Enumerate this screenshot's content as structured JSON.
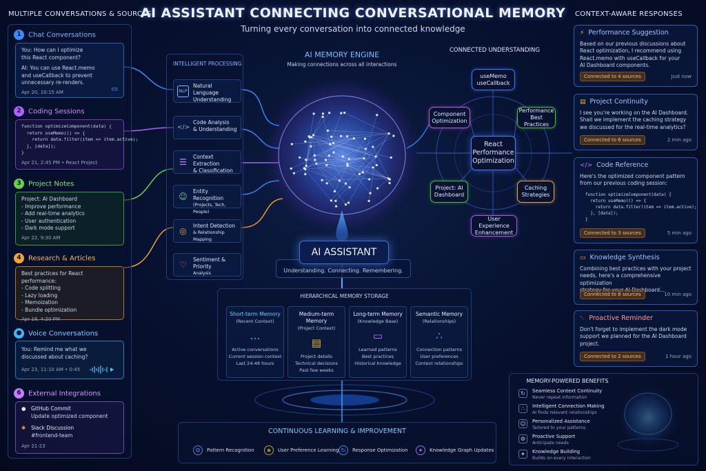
{
  "title": "AI ASSISTANT CONNECTING CONVERSATIONAL MEMORY",
  "subtitle": "Turning every conversation into connected knowledge",
  "sources": {
    "heading": "MULTIPLE CONVERSATIONS & SOURCES",
    "items": [
      {
        "num": "1",
        "label": "Chat Conversations",
        "color": "#3d8bff",
        "lines": [
          "You: How can I optimize",
          "this React component?",
          "",
          "AI: You can use React.memo",
          "and useCallback to prevent",
          "unnecessary re-renders."
        ],
        "date": "Apr 20, 10:15 AM"
      },
      {
        "num": "2",
        "label": "Coding Sessions",
        "color": "#b061ff",
        "lines": [
          "function optimizeComponent(data) {",
          "  return useMemo(() => {",
          "    return data.filter(item => item.active);",
          "  }, [data]);",
          "}"
        ],
        "date": "Apr 21, 2:45 PM  •  React Project"
      },
      {
        "num": "3",
        "label": "Project Notes",
        "color": "#69d04c",
        "lines": [
          "Project: AI Dashboard",
          "- Improve performance",
          "- Add real-time analytics",
          "- User authentication",
          "- Dark mode support"
        ],
        "date": "Apr 22, 9:30 AM"
      },
      {
        "num": "4",
        "label": "Research & Articles",
        "color": "#f2a33a",
        "lines": [
          "Best practices for React performance:",
          "- Code splitting",
          "- Lazy loading",
          "- Memoization",
          "- Bundle optimization"
        ],
        "date": "Apr 18, 4:20 PM"
      },
      {
        "num": "5",
        "label": "Voice Conversations",
        "color": "#3fb6ff",
        "lines": [
          "You: Remind me what we",
          "discussed about caching?"
        ],
        "date": "Apr 23, 11:10 AM  •  0:45"
      },
      {
        "num": "6",
        "label": "External Integrations",
        "color": "#c77dff",
        "integrations": [
          {
            "title": "GitHub Commit",
            "sub": "Update optimized component"
          },
          {
            "title": "Slack Discussion",
            "sub": "#frontend-team"
          }
        ],
        "date": "Apr 21-23"
      }
    ]
  },
  "processing": {
    "heading": "INTELLIGENT PROCESSING",
    "items": [
      {
        "icon": "nlp-icon",
        "glyph": "NLP",
        "line1": "Natural Language",
        "line2": "Understanding"
      },
      {
        "icon": "code-icon",
        "glyph": "</>",
        "line1": "Code Analysis",
        "line2": "& Understanding"
      },
      {
        "icon": "document-icon",
        "glyph": "☰",
        "line1": "Context Extraction",
        "line2": "& Classification"
      },
      {
        "icon": "person-icon",
        "glyph": "☺",
        "line1": "Entity Recognition",
        "line2": "(Projects, Tech, People)"
      },
      {
        "icon": "target-icon",
        "glyph": "◎",
        "line1": "Intent Detection",
        "line2": "& Relationship Mapping"
      },
      {
        "icon": "heart-icon",
        "glyph": "♡",
        "line1": "Sentiment & Priority",
        "line2": "Analysis"
      }
    ]
  },
  "engine": {
    "title": "AI MEMORY ENGINE",
    "subtitle": "Making connections across all interactions",
    "assistant": "AI ASSISTANT",
    "tagline": "Understanding. Connecting. Remembering."
  },
  "understanding": {
    "heading": "CONNECTED UNDERSTANDING",
    "center": [
      "React",
      "Performance",
      "Optimization"
    ],
    "nodes": [
      {
        "key": "usememo",
        "lines": [
          "useMemo",
          "useCallback"
        ],
        "color": "#3d7dff"
      },
      {
        "key": "component",
        "lines": [
          "Component",
          "Optimization"
        ],
        "color": "#c05fd8"
      },
      {
        "key": "performance",
        "lines": [
          "Performance",
          "Best Practices"
        ],
        "color": "#4fc043"
      },
      {
        "key": "project",
        "lines": [
          "Project: AI",
          "Dashboard"
        ],
        "color": "#4fc043"
      },
      {
        "key": "caching",
        "lines": [
          "Caching",
          "Strategies"
        ],
        "color": "#f0a838"
      },
      {
        "key": "ux",
        "lines": [
          "User Experience",
          "Enhancement"
        ],
        "color": "#a75fe0"
      }
    ]
  },
  "storage": {
    "heading": "HIERARCHICAL MEMORY STORAGE",
    "columns": [
      {
        "title": "Short-term Memory",
        "sub": "(Recent Context)",
        "icon": "chat-bubble-icon",
        "glyph": "…",
        "color": "#3ec3ff",
        "lines": [
          "Active conversations",
          "Current session context",
          "Last 24-48 hours"
        ]
      },
      {
        "title": "Medium-term Memory",
        "sub": "(Project Context)",
        "icon": "folder-icon",
        "glyph": "▤",
        "color": "#f1b23a",
        "lines": [
          "Project details",
          "Technical decisions",
          "Past few weeks"
        ]
      },
      {
        "title": "Long-term Memory",
        "sub": "(Knowledge Base)",
        "icon": "book-icon",
        "glyph": "▭",
        "color": "#b27bff",
        "lines": [
          "Learned patterns",
          "Best practices",
          "Historical knowledge"
        ]
      },
      {
        "title": "Semantic Memory",
        "sub": "(Relationships)",
        "icon": "network-icon",
        "glyph": "∴",
        "color": "#4aa7ff",
        "lines": [
          "Connection patterns",
          "User preferences",
          "Context relationships"
        ]
      }
    ]
  },
  "learning": {
    "heading": "CONTINUOUS LEARNING & IMPROVEMENT",
    "items": [
      {
        "icon": "pattern-icon",
        "glyph": "⚙",
        "label": "Pattern Recognition",
        "color": "#5e7fd0"
      },
      {
        "icon": "preference-icon",
        "glyph": "★",
        "label": "User Preference Learning",
        "color": "#b8a12a"
      },
      {
        "icon": "optimization-icon",
        "glyph": "↻",
        "label": "Response Optimization",
        "color": "#3f8ad6"
      },
      {
        "icon": "graph-icon",
        "glyph": "✦",
        "label": "Knowledge Graph Updates",
        "color": "#9a6fd8"
      }
    ]
  },
  "responses": {
    "heading": "CONTEXT-AWARE RESPONSES",
    "cards": [
      {
        "icon": "lightning-icon",
        "glyph": "⚡",
        "title": "Performance Suggestion",
        "color": "#f1c24a",
        "border": "#2e5fb0",
        "lines": [
          "Based on our previous discussions about",
          "React optimization, I recommend using",
          "React.memo with useCallback for your",
          "AI Dashboard components."
        ],
        "badge": "Connected to 4 sources",
        "ago": "Just now"
      },
      {
        "icon": "folder-icon",
        "glyph": "▤",
        "title": "Project Continuity",
        "color": "#f1b23a",
        "border": "#2a5aa8",
        "lines": [
          "I see you're working on the AI Dashboard.",
          "Shall we implement the caching strategy",
          "we discussed for the real-time analytics?"
        ],
        "badge": "Connected to 6 sources",
        "ago": "2 min ago"
      },
      {
        "icon": "code-icon",
        "glyph": "</>",
        "title": "Code Reference",
        "color": "#b27bff",
        "border": "#2a5aa8",
        "lines": [
          "Here's the optimized component pattern",
          "from our previous coding session:"
        ],
        "code": [
          "function optimizeComponent(data) {",
          "  return useMemo(() => {",
          "    return data.filter(item => item.active);",
          "  }, [data]);",
          "}"
        ],
        "badge": "Connected to 3 sources",
        "ago": "5 min ago"
      },
      {
        "icon": "book-icon",
        "glyph": "▭",
        "title": "Knowledge Synthesis",
        "color": "#f1b23a",
        "border": "#2a5aa8",
        "lines": [
          "Combining best practices with your project",
          "needs, here's a comprehensive optimization",
          "strategy for your AI Dashboard..."
        ],
        "badge": "Connected to 8 sources",
        "ago": "10 min ago"
      },
      {
        "icon": "bell-icon",
        "glyph": "␇",
        "title": "Proactive Reminder",
        "color": "#ff5a6a",
        "border": "#2a5aa8",
        "lines": [
          "Don't forget to implement the dark mode",
          "support we planned for the AI Dashboard",
          "project."
        ],
        "badge": "Connected to 2 sources",
        "ago": "1 hour ago"
      }
    ]
  },
  "benefits": {
    "heading": "MEMORY-POWERED BENEFITS",
    "items": [
      {
        "icon": "continuity-icon",
        "glyph": "↻",
        "title": "Seamless Context Continuity",
        "sub": "Never repeat information"
      },
      {
        "icon": "connection-icon",
        "glyph": "∴",
        "title": "Intelligent Connection Making",
        "sub": "AI finds relevant relationships"
      },
      {
        "icon": "personal-icon",
        "glyph": "☺",
        "title": "Personalized Assistance",
        "sub": "Tailored to your patterns"
      },
      {
        "icon": "support-icon",
        "glyph": "⚙",
        "title": "Proactive Support",
        "sub": "Anticipate needs"
      },
      {
        "icon": "building-icon",
        "glyph": "✦",
        "title": "Knowledge Building",
        "sub": "Builds on every interaction"
      }
    ]
  }
}
